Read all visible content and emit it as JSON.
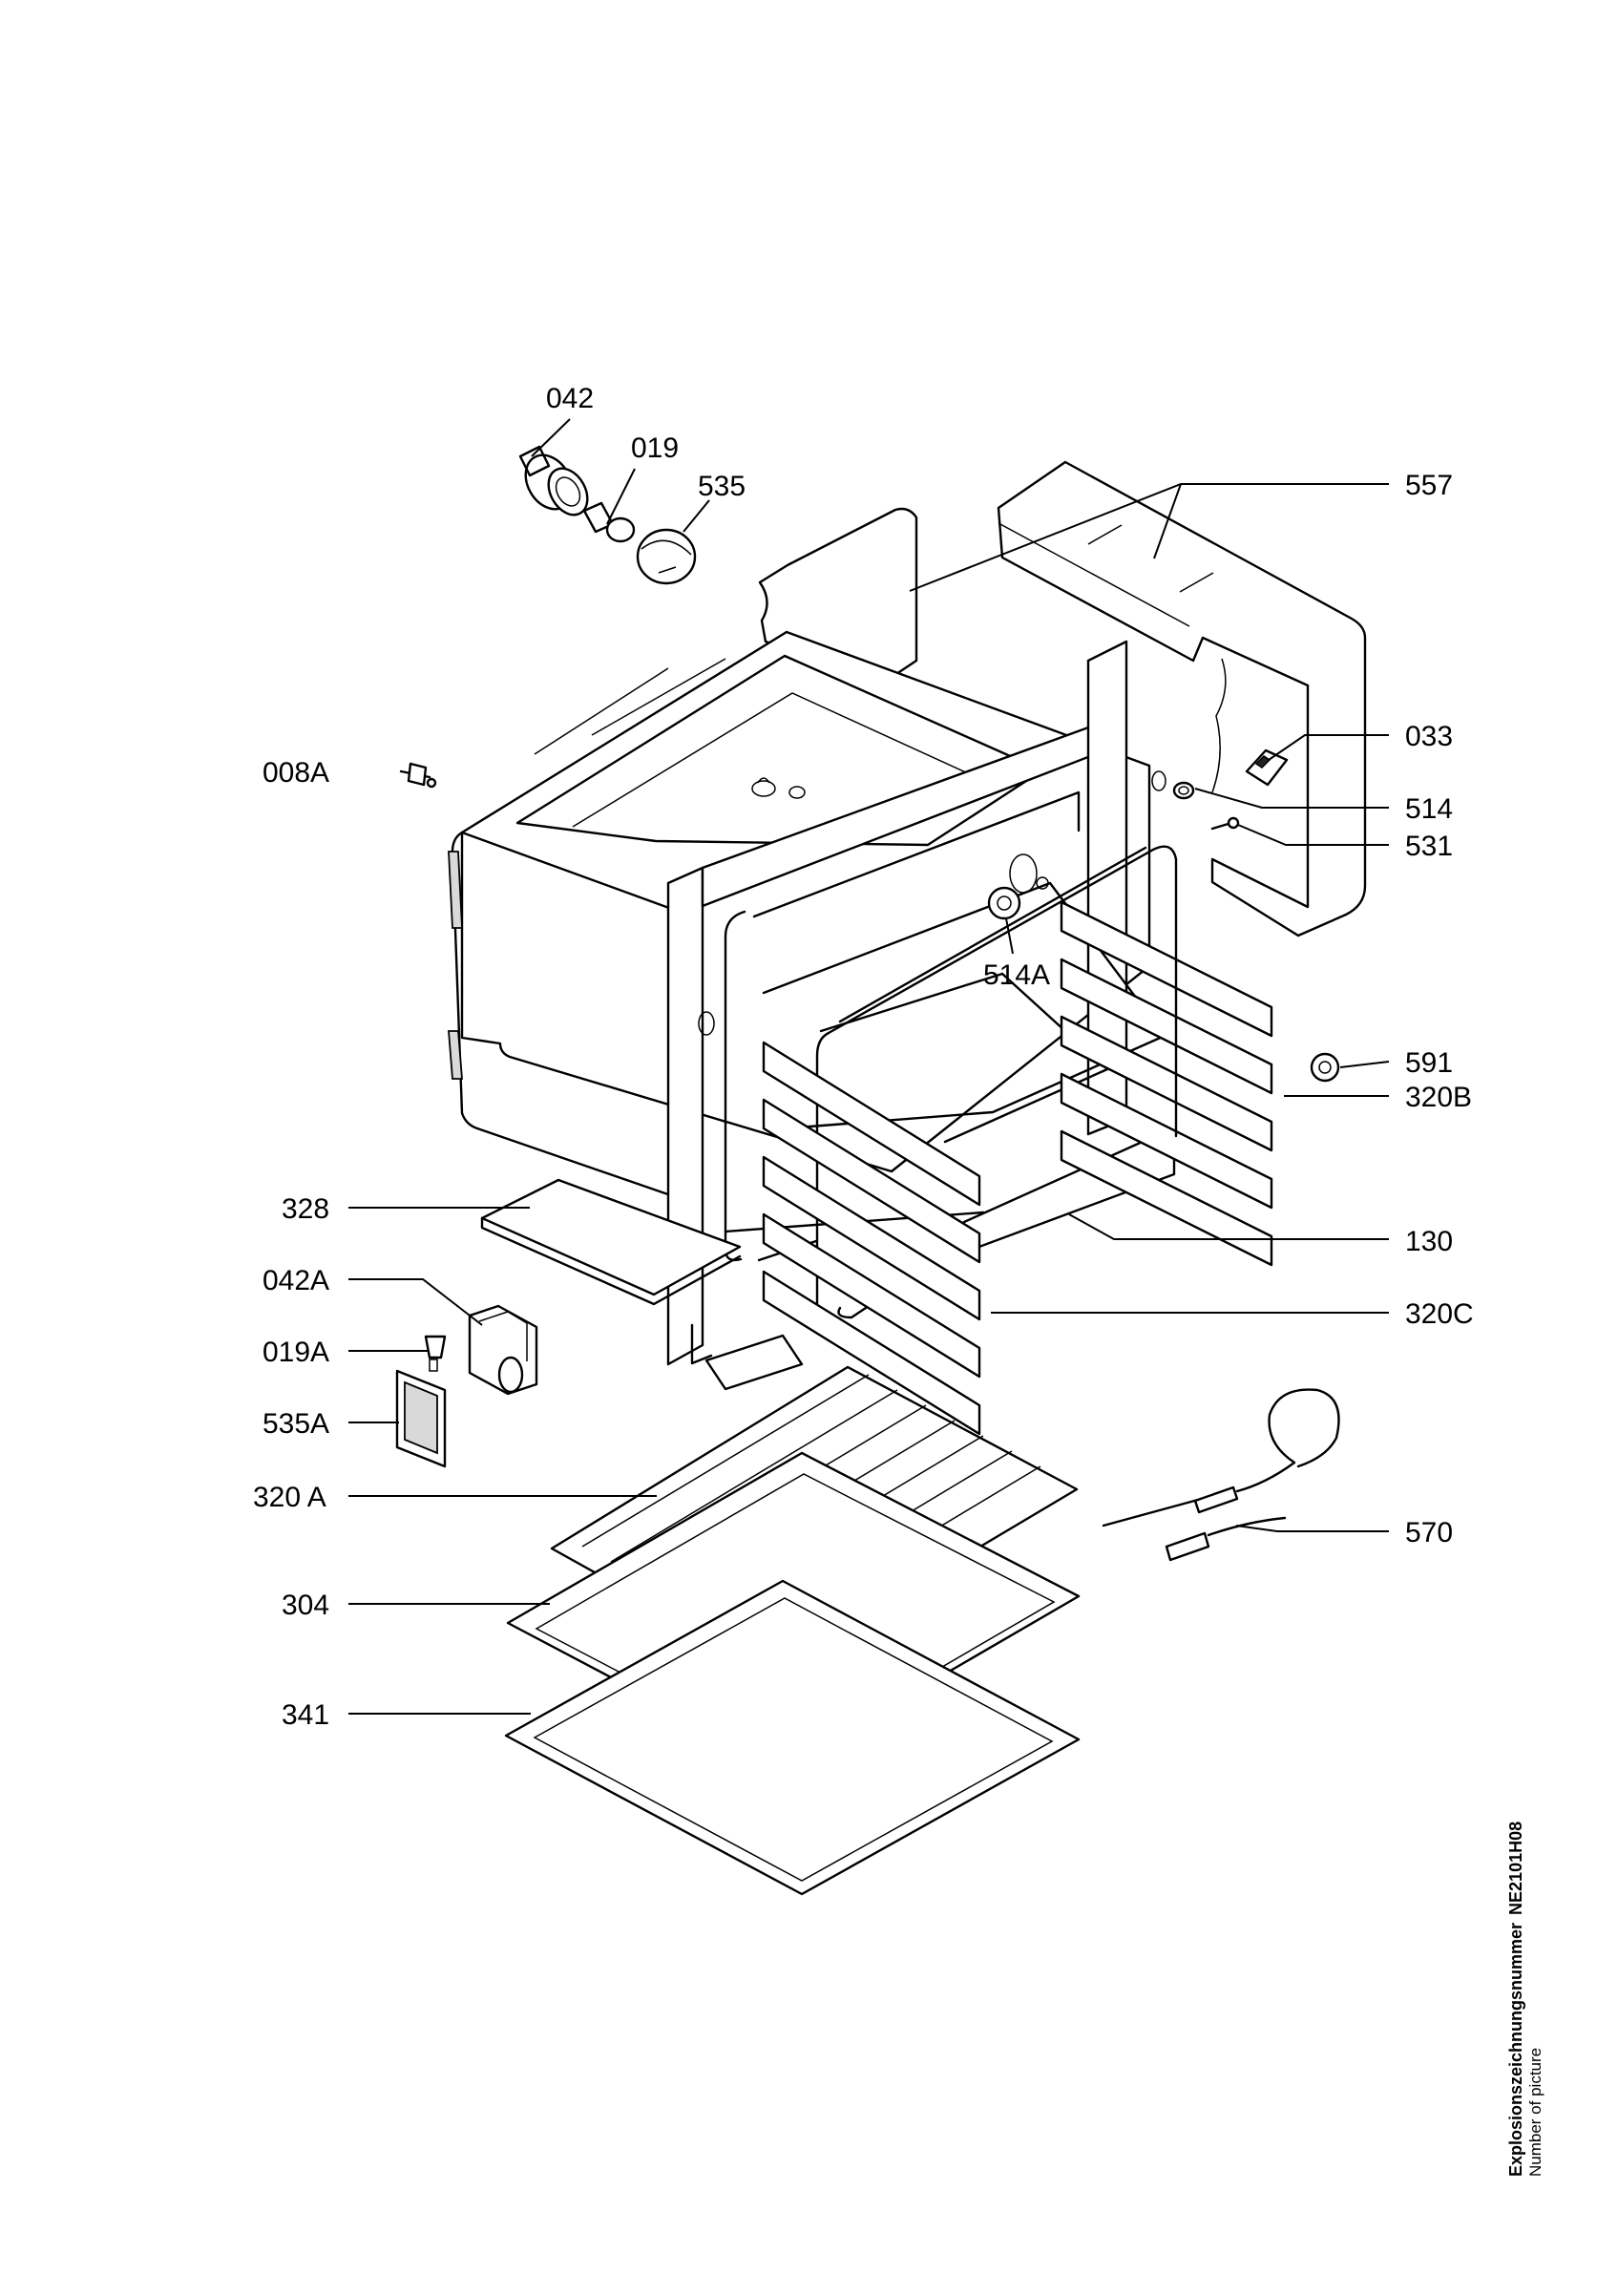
{
  "diagram": {
    "callouts": [
      "042",
      "019",
      "535",
      "557",
      "008A",
      "033",
      "514",
      "531",
      "514A",
      "591",
      "320B",
      "328",
      "130",
      "042A",
      "019A",
      "320C",
      "535A",
      "320 A",
      "570",
      "304",
      "341"
    ]
  },
  "caption": {
    "label_de": "Explosionszeichnungsnummer",
    "number": "NE2101H08",
    "label_en": "Number of picture"
  }
}
